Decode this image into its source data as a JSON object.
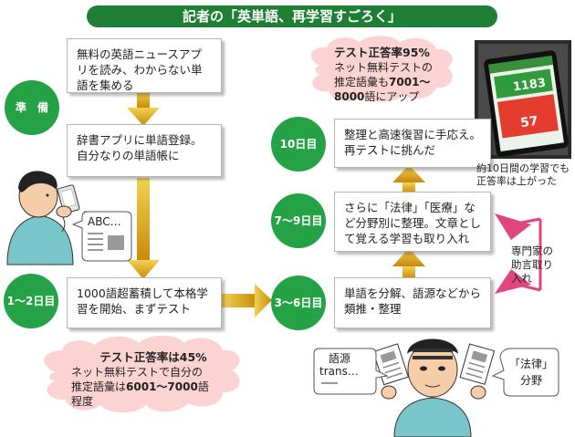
{
  "title": "記者の「英単語、再学習すごろく」",
  "stages": {
    "prep": "準　備",
    "day1_2": "1～2日目",
    "day3_6": "3～6日目",
    "day7_9": "7～9日目",
    "day10": "10日目"
  },
  "boxes": {
    "prep1": "無料の英語ニュースアプリを読み、わからない単語を集める",
    "prep2": "辞書アプリに単語登録。自分なりの単語帳に",
    "day1_2": "1000語超蓄積して本格学習を開始、まずテスト",
    "day3_6": "単語を分解、語源などから類推・整理",
    "day7_9": "さらに「法律」「医療」など分野別に整理。文章として覚える学習も取り入れ",
    "day10": "整理と高速復習に手応え。再テストに挑んだ"
  },
  "clouds": {
    "left_title": "テスト正答率は45%",
    "left_body1": "ネット無料テストで自分の",
    "left_body2a": "推定語彙は",
    "left_body2b": "6001～7000",
    "left_body2c": "語",
    "left_body3": "程度",
    "right_title": "テスト正答率95%",
    "right_body1": "ネット無料テストの",
    "right_body2a": "推定語彙も",
    "right_body2b": "7001～",
    "right_body3a": "8000",
    "right_body3b": "語にアップ"
  },
  "phone": {
    "value1": "1183",
    "value2": "57"
  },
  "photo_caption": "約10日間の学習でも正答率は上がった",
  "expert": "専門家の助言取り入れ",
  "bubbles": {
    "abc": "ABC…",
    "gogen1": "語源",
    "gogen2": "trans…",
    "houritsu1": "「法律」",
    "houritsu2": "分野"
  },
  "colors": {
    "green": "#25a245",
    "dark_green": "#1e7e34",
    "arrow_gold": "#d19a17",
    "cloud_pink": "#fbd3d3",
    "expert_pink": "#e0457c"
  }
}
